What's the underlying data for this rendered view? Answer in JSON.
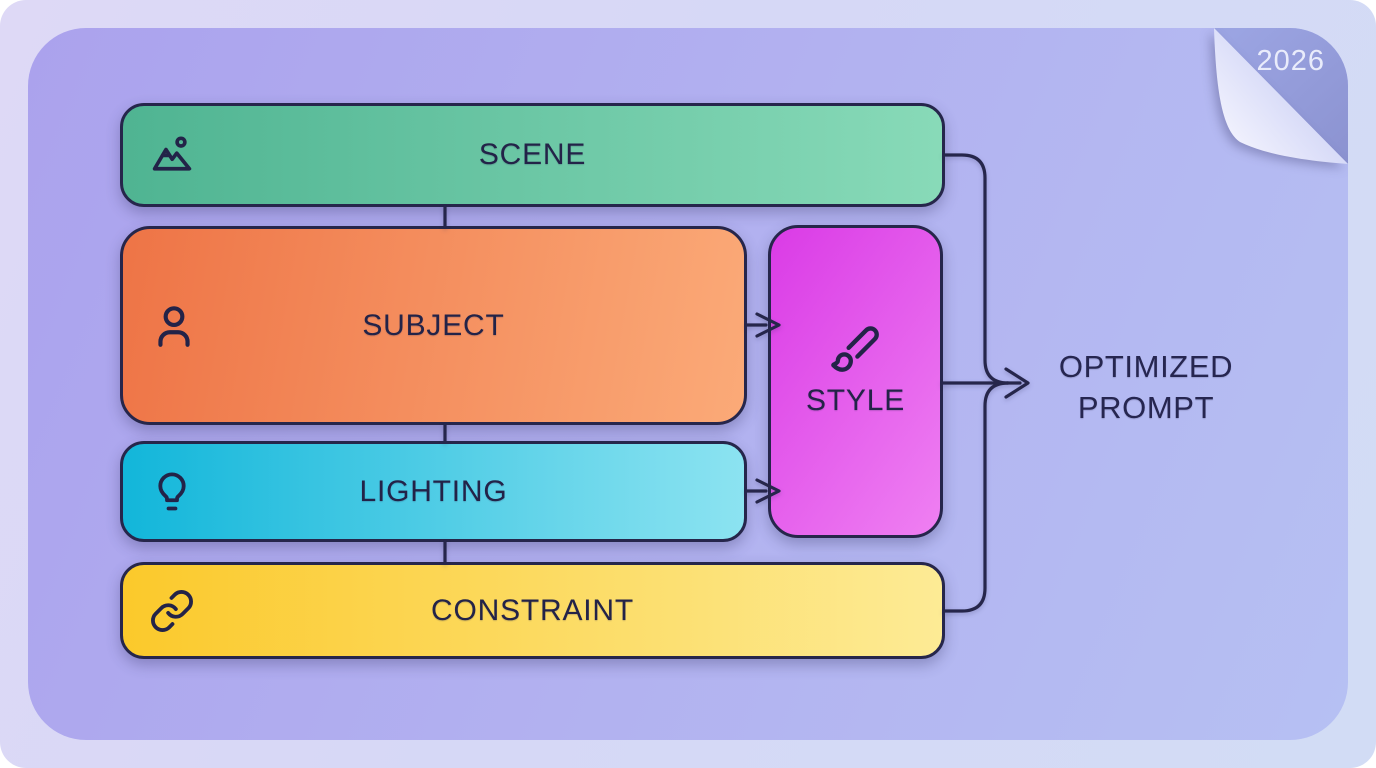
{
  "year_badge": "2026",
  "boxes": [
    {
      "id": "scene",
      "label": "SCENE",
      "icon": "mountain-sun-icon",
      "gradient": [
        "#4fb492",
        "#88dab8"
      ]
    },
    {
      "id": "subject",
      "label": "SUBJECT",
      "icon": "user-icon",
      "gradient": [
        "#ee7446",
        "#fbaa78"
      ]
    },
    {
      "id": "lighting",
      "label": "LIGHTING",
      "icon": "lightbulb-icon",
      "gradient": [
        "#12b6da",
        "#8ce3f1"
      ]
    },
    {
      "id": "constraint",
      "label": "CONSTRAINT",
      "icon": "chain-link-icon",
      "gradient": [
        "#fbc92b",
        "#fdeb95"
      ]
    },
    {
      "id": "style",
      "label": "STYLE",
      "icon": "paintbrush-icon",
      "gradient": [
        "#da3be6",
        "#ef80f2"
      ]
    }
  ],
  "output": {
    "lines": [
      "OPTIMIZED",
      "PROMPT"
    ]
  },
  "connections": [
    {
      "from": "scene",
      "to": "subject"
    },
    {
      "from": "subject",
      "to": "lighting"
    },
    {
      "from": "lighting",
      "to": "constraint"
    },
    {
      "from": "subject",
      "to": "style"
    },
    {
      "from": "lighting",
      "to": "style"
    },
    {
      "from": "scene",
      "to": "optimized-prompt"
    },
    {
      "from": "style",
      "to": "optimized-prompt"
    },
    {
      "from": "constraint",
      "to": "optimized-prompt"
    }
  ],
  "colors": {
    "outline": "#26264b",
    "text": "#232348",
    "card_gradient": [
      "#aba2ed",
      "#b6c0f3"
    ],
    "frame_gradient": [
      "#ded9f6",
      "#d3def5"
    ],
    "fold_dark": "#9ba4e2",
    "fold_light": "#f4f4fe",
    "badge_text": "#e9ecfb"
  }
}
